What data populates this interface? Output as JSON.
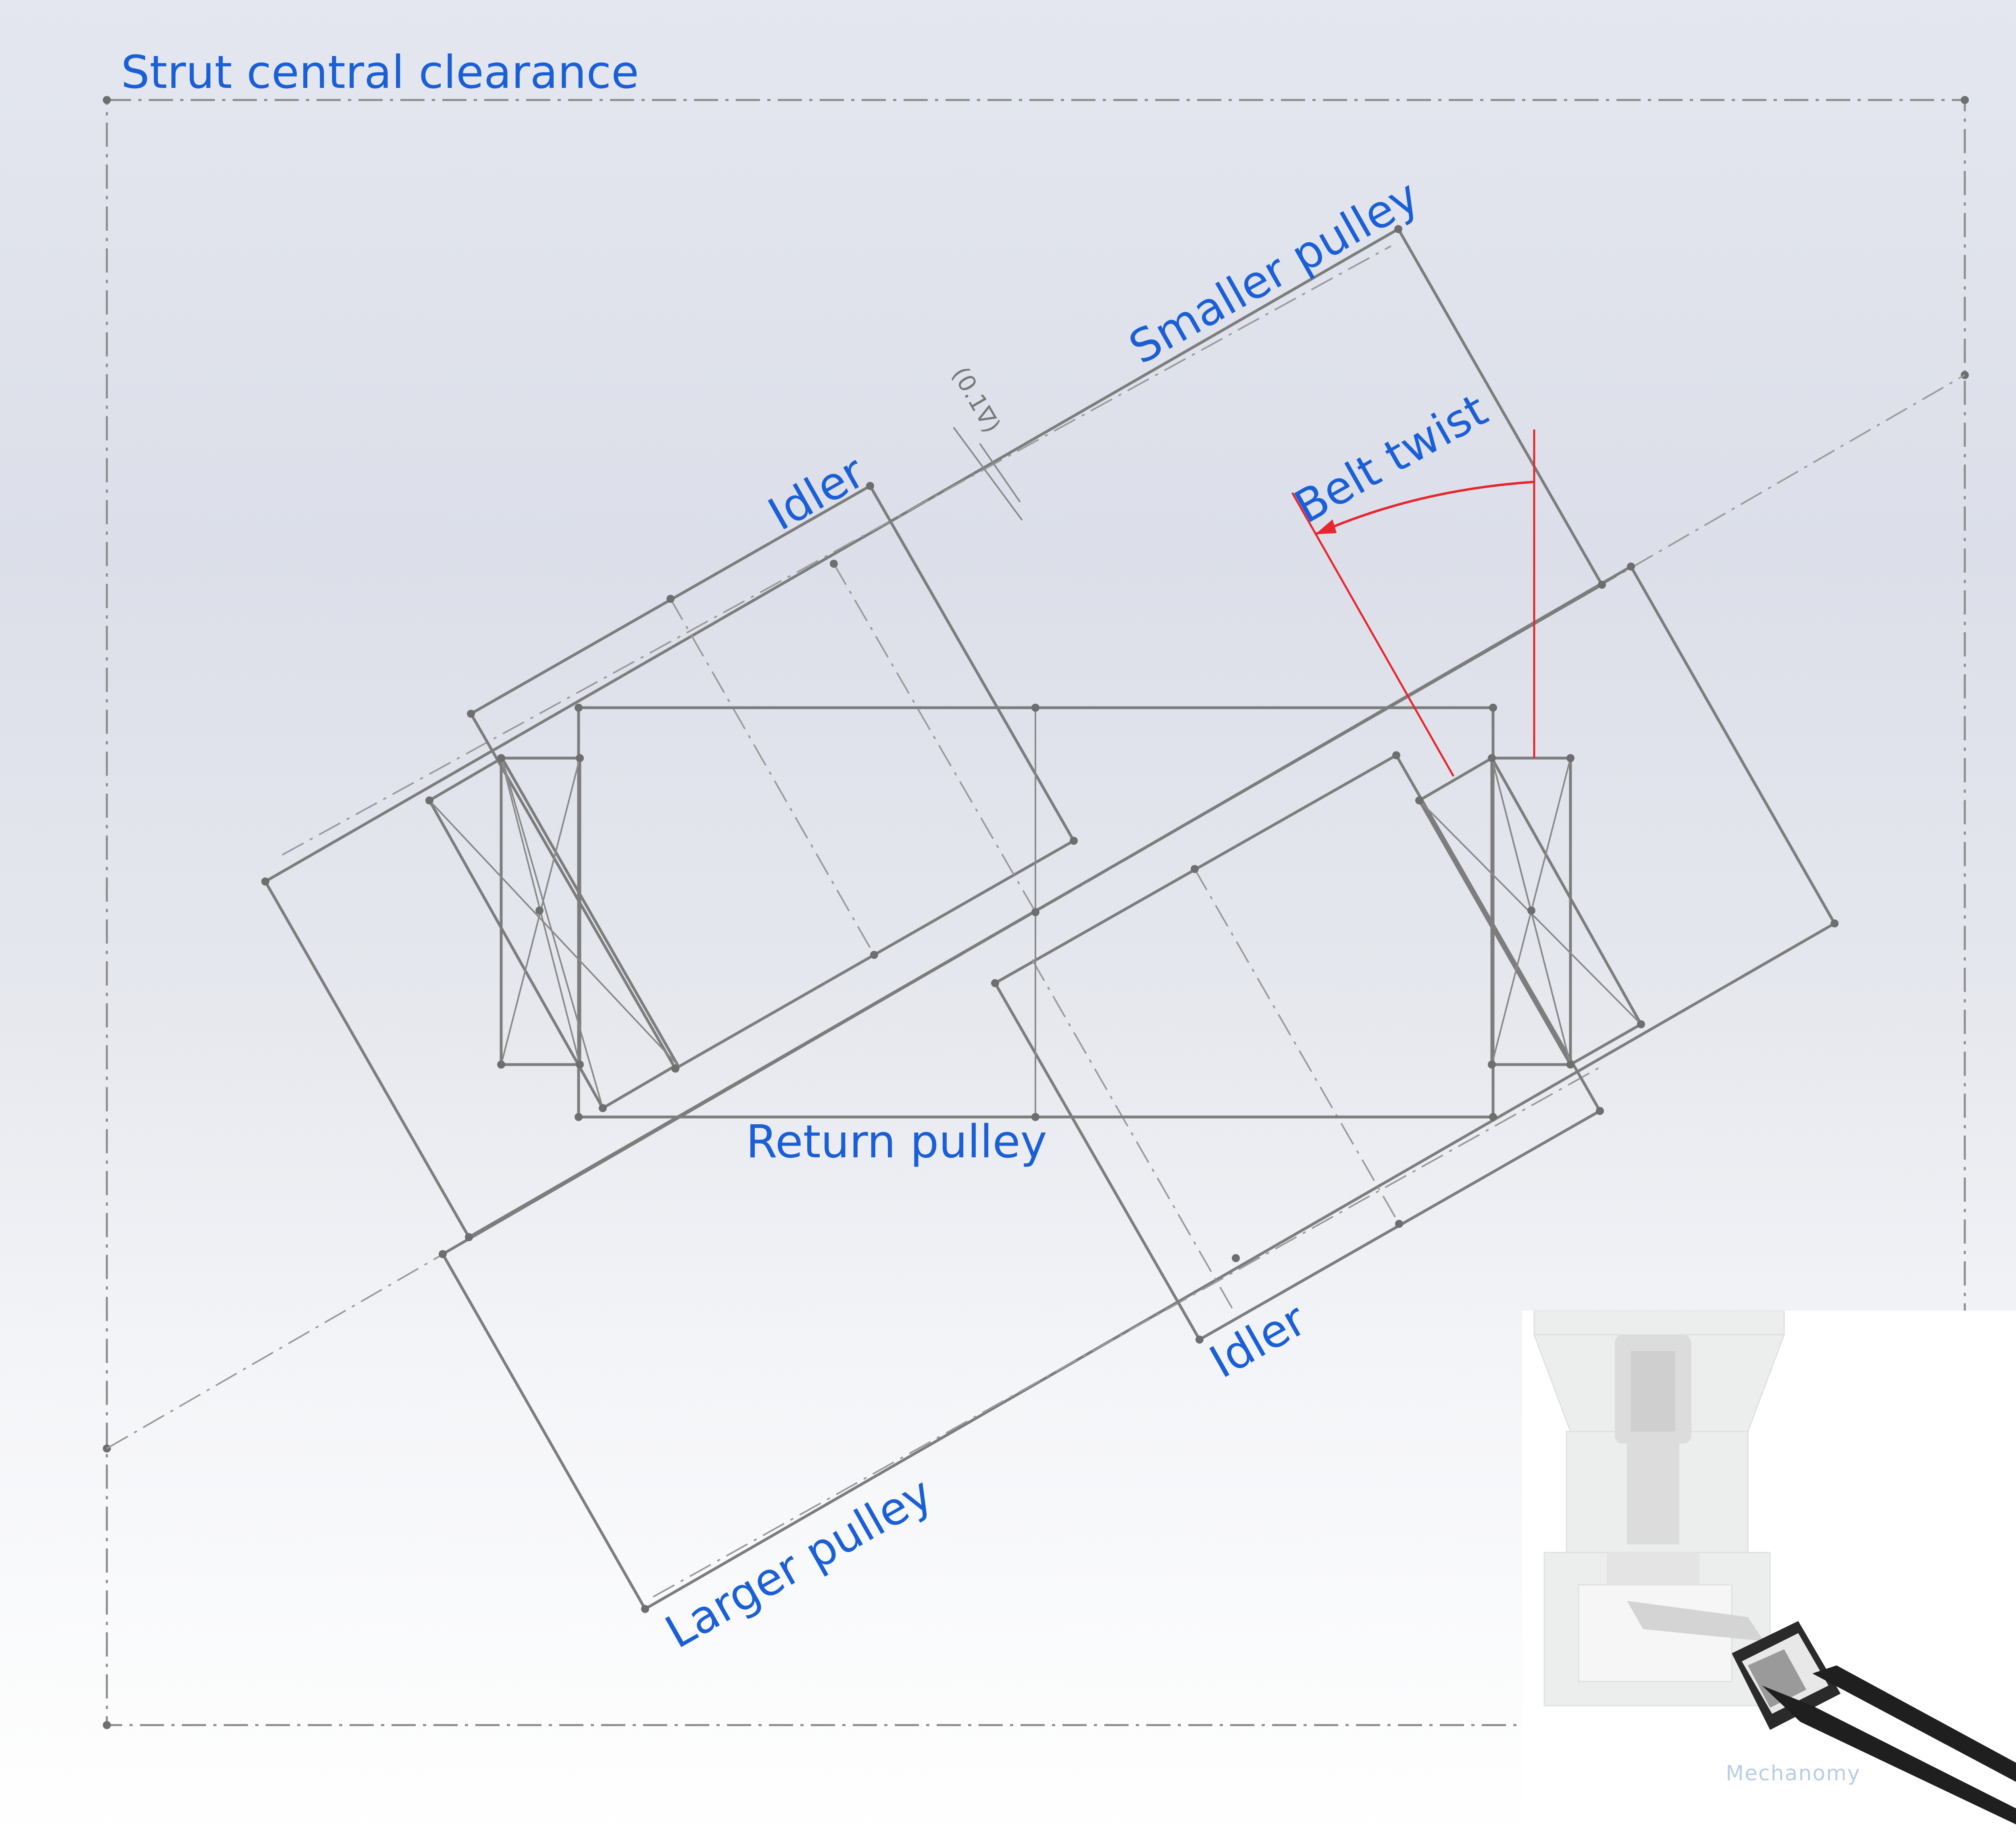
{
  "colors": {
    "label": "#1a5fd6",
    "geometry": "#7d7d7d",
    "twist": "#e8262e",
    "watermark": "#b8cde8"
  },
  "labels": {
    "strut_clearance": "Strut central clearance",
    "smaller_pulley": "Smaller pulley",
    "idler_top": "Idler",
    "belt_twist": "Belt twist",
    "return_pulley": "Return pulley",
    "idler_bottom": "Idler",
    "larger_pulley": "Larger pulley",
    "dimension": "(0.1∇)"
  },
  "inset": {
    "watermark": "Mechanomy"
  }
}
